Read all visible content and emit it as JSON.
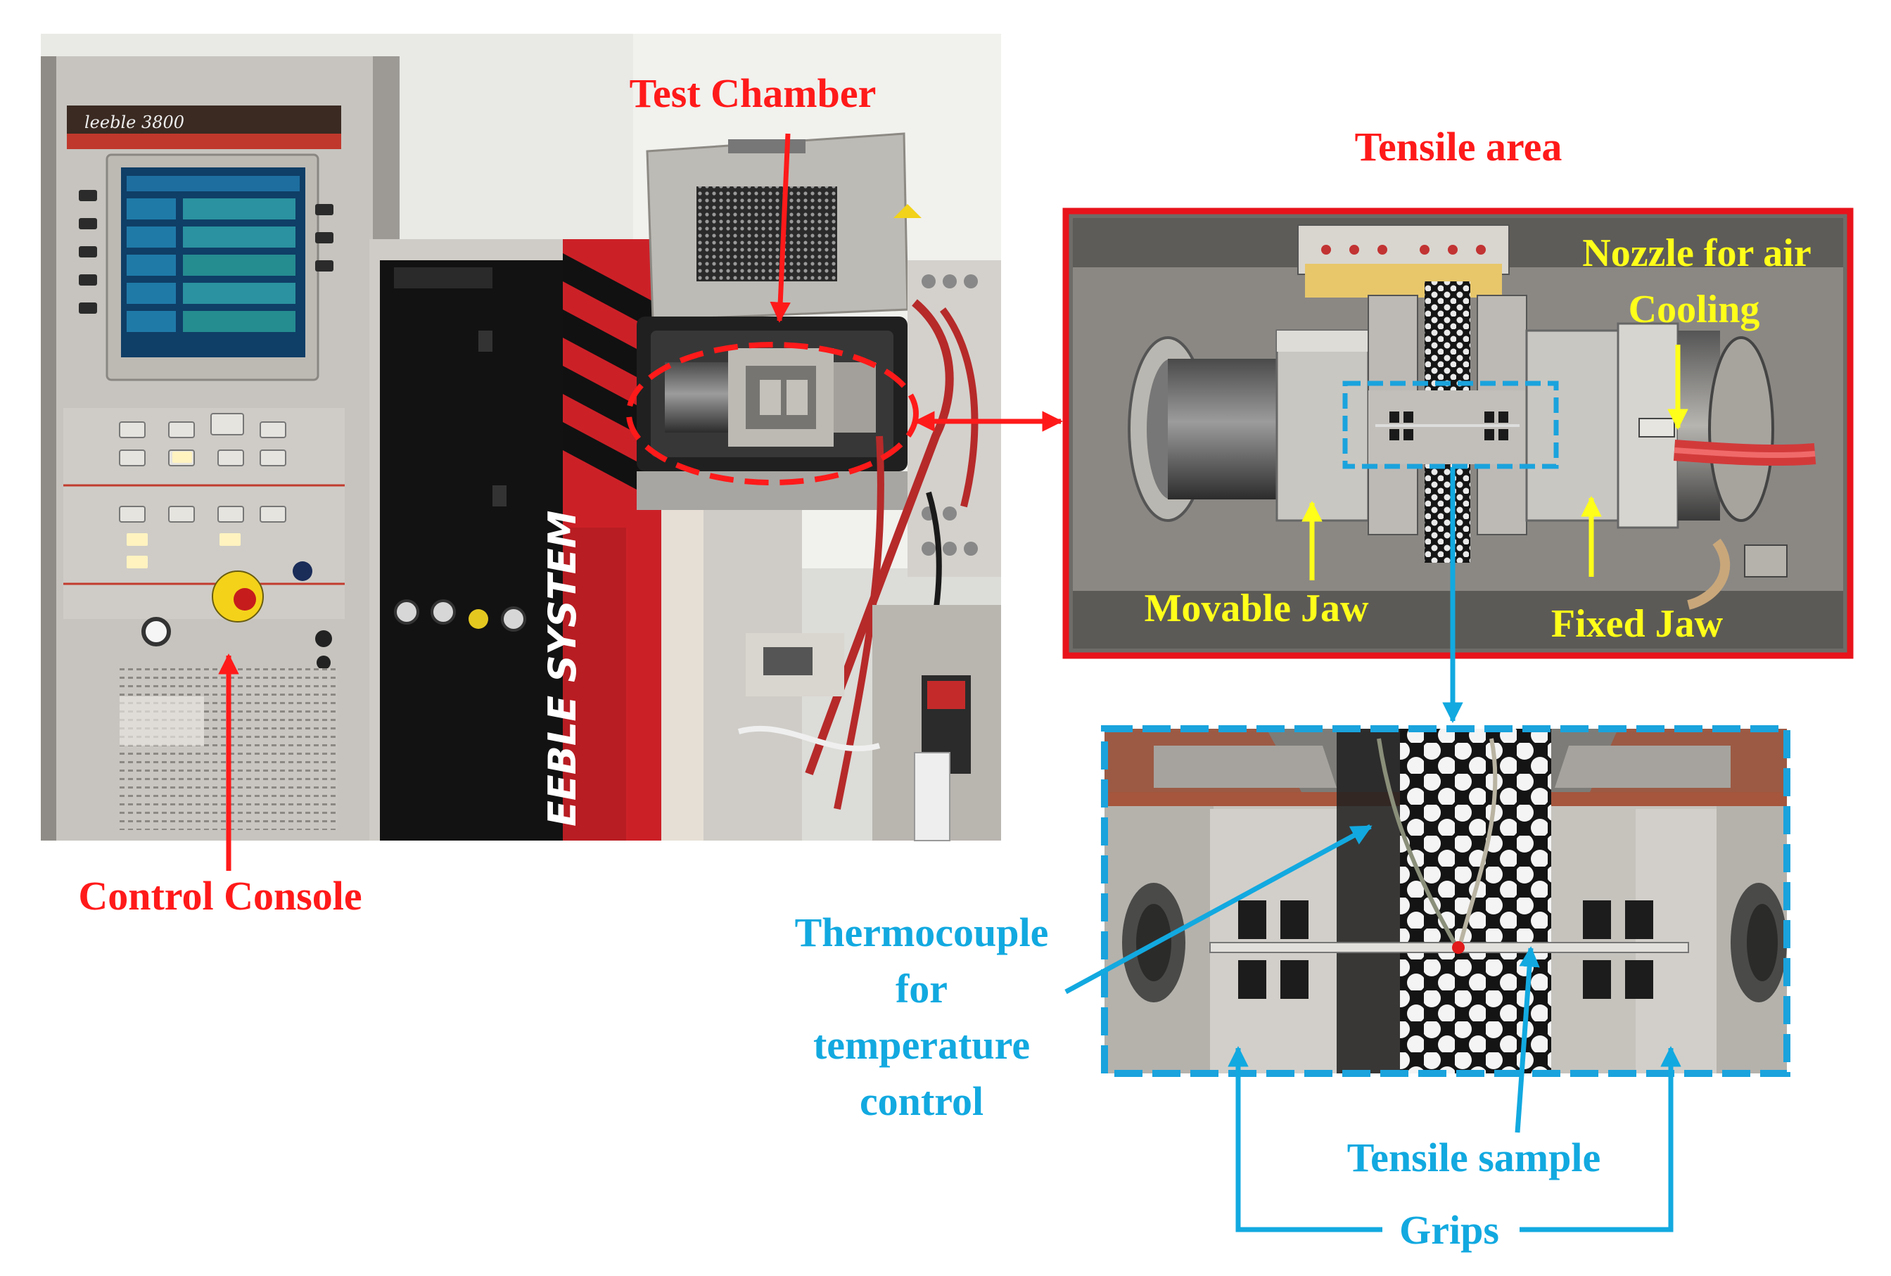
{
  "labels": {
    "test_chamber": "Test Chamber",
    "control_console": "Control Console",
    "tensile_area": "Tensile area",
    "nozzle_line1": "Nozzle for air",
    "nozzle_line2": "Cooling",
    "movable_jaw": "Movable Jaw",
    "fixed_jaw": "Fixed Jaw",
    "thermocouple_line1": "Thermocouple",
    "thermocouple_line2": "for",
    "thermocouple_line3": "temperature",
    "thermocouple_line4": "control",
    "tensile_sample": "Tensile sample",
    "grips": "Grips"
  },
  "machine_text": {
    "brand_plate": "leeble 3800",
    "side_logo": "EEBLE SYSTEM"
  },
  "colors": {
    "red_label": "#ff1a1a",
    "yellow_label": "#ffff1a",
    "blue_label": "#12a9e0",
    "frame_red": "#e8131b",
    "frame_blue": "#1aa3dd"
  }
}
